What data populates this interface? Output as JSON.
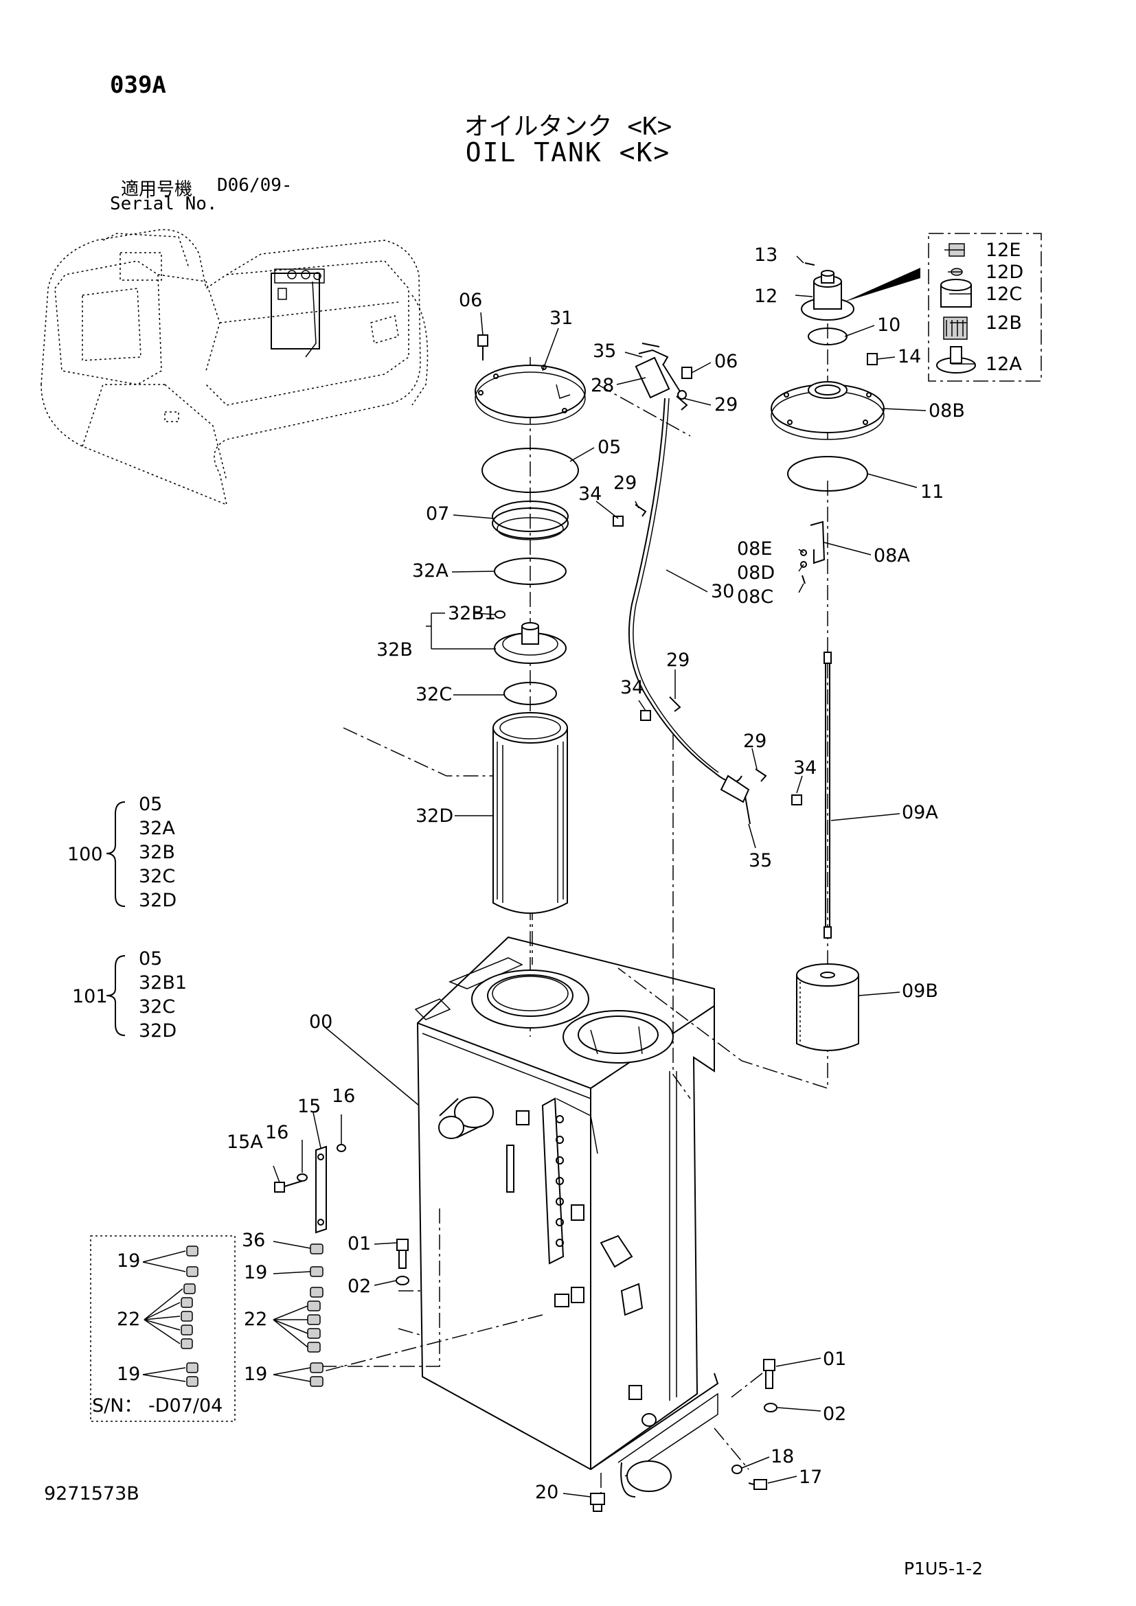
{
  "header": {
    "page_code": "039A",
    "title_jp": "オイルタンク <K>",
    "title_en": "OIL TANK <K>",
    "serial_label_jp": "適用号機",
    "serial_value": "D06/09-",
    "serial_label_en": "Serial No."
  },
  "labels": {
    "p00": "00",
    "p01a": "01",
    "p01b": "01",
    "p02a": "02",
    "p02b": "02",
    "p05a": "05",
    "p06a": "06",
    "p06b": "06",
    "p07": "07",
    "p08a": "08A",
    "p08b": "08B",
    "p08c": "08C",
    "p08d": "08D",
    "p08e": "08E",
    "p09a": "09A",
    "p09b": "09B",
    "p10": "10",
    "p11": "11",
    "p12": "12",
    "p12a": "12A",
    "p12b": "12B",
    "p12c": "12C",
    "p12d": "12D",
    "p12e": "12E",
    "p13": "13",
    "p14": "14",
    "p15": "15",
    "p15a": "15A",
    "p16a": "16",
    "p16b": "16",
    "p17": "17",
    "p18": "18",
    "p20": "20",
    "p19b": "19",
    "p19c": "19",
    "p22b": "22",
    "p36": "36",
    "p28": "28",
    "p29a": "29",
    "p29b": "29",
    "p29c": "29",
    "p29d": "29",
    "p30": "30",
    "p31": "31",
    "p34a": "34",
    "p34b": "34",
    "p34c": "34",
    "p35a": "35",
    "p35b": "35",
    "p32a": "32A",
    "p32b": "32B",
    "p32b1": "32B1",
    "p32c": "32C",
    "p32d": "32D"
  },
  "kit_100": {
    "label": "100",
    "items": [
      "05",
      "32A",
      "32B",
      "32C",
      "32D"
    ]
  },
  "kit_101": {
    "label": "101",
    "items": [
      "05",
      "32B1",
      "32C",
      "32D"
    ]
  },
  "inset_box": {
    "label_top": "19",
    "label_mid": "22",
    "label_bottom": "19",
    "serial": "S/N： -D07/04"
  },
  "footer": {
    "doc_number": "9271573B",
    "page_ref": "P1U5-1-2"
  }
}
